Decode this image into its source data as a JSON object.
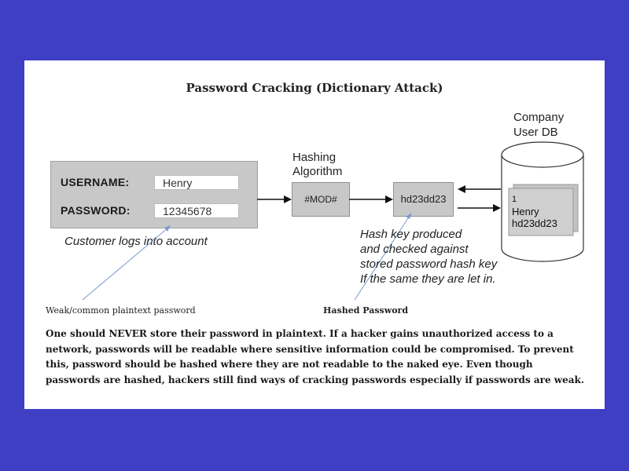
{
  "title": "Password Cracking (Dictionary Attack)",
  "login": {
    "username_label": "USERNAME:",
    "username_value": "Henry",
    "password_label": "PASSWORD:",
    "password_value": "12345678",
    "caption": "Customer logs into account"
  },
  "hashing": {
    "label_line1": "Hashing",
    "label_line2": "Algorithm",
    "box_text": "#MOD#"
  },
  "hash_box": {
    "text": "hd23dd23"
  },
  "db": {
    "label_line1": "Company",
    "label_line2": "User DB",
    "record_id": "1",
    "record_name": "Henry",
    "record_hash": "hd23dd23"
  },
  "hash_note": {
    "line1": "Hash key produced",
    "line2": "and checked against",
    "line3": "stored password hash key",
    "line4": "If the same they are let in."
  },
  "annotations": {
    "weak_password": "Weak/common plaintext password",
    "hashed_password": "Hashed Password"
  },
  "body_text": "One should NEVER store their password in plaintext. If a hacker gains unauthorized access to a network, passwords will be readable where sensitive information could be compromised. To prevent this, password should be hashed where they are not readable to the naked eye. Even though passwords are hashed, hackers still find ways of cracking passwords especially if passwords are weak.",
  "colors": {
    "background": "#3f3fc4",
    "slide": "#ffffff",
    "box_fill": "#c8c8c8",
    "pointer_line": "#7a9ad0"
  }
}
